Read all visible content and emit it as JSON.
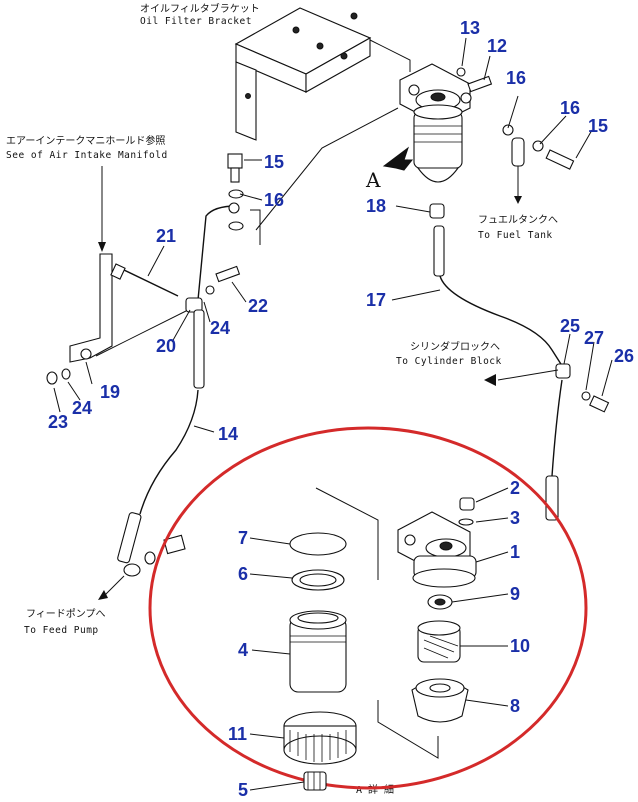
{
  "annotations": {
    "oil_filter_bracket_jp": "オイルフィルタブラケット",
    "oil_filter_bracket_en": "Oil Filter Bracket",
    "air_intake_jp": "エアーインテークマニホールド参照",
    "air_intake_en": "See of Air Intake Manifold",
    "fuel_tank_jp": "フュエルタンクへ",
    "fuel_tank_en": "To Fuel Tank",
    "cylinder_block_jp": "シリンダブロックへ",
    "cylinder_block_en": "To Cylinder Block",
    "feed_pump_jp": "フィードポンプへ",
    "feed_pump_en": "To Feed Pump",
    "view_arrow_letter": "A",
    "detail_label": "A 詳 細"
  },
  "callouts": [
    "13",
    "12",
    "16",
    "16",
    "15",
    "15",
    "16",
    "18",
    "21",
    "22",
    "24",
    "20",
    "19",
    "23",
    "24",
    "14",
    "17",
    "25",
    "27",
    "26",
    "2",
    "3",
    "1",
    "7",
    "6",
    "9",
    "4",
    "10",
    "8",
    "11",
    "5"
  ],
  "colors": {
    "callout": "#1a2fa8",
    "circle": "#d42a2a",
    "line": "#111111"
  }
}
